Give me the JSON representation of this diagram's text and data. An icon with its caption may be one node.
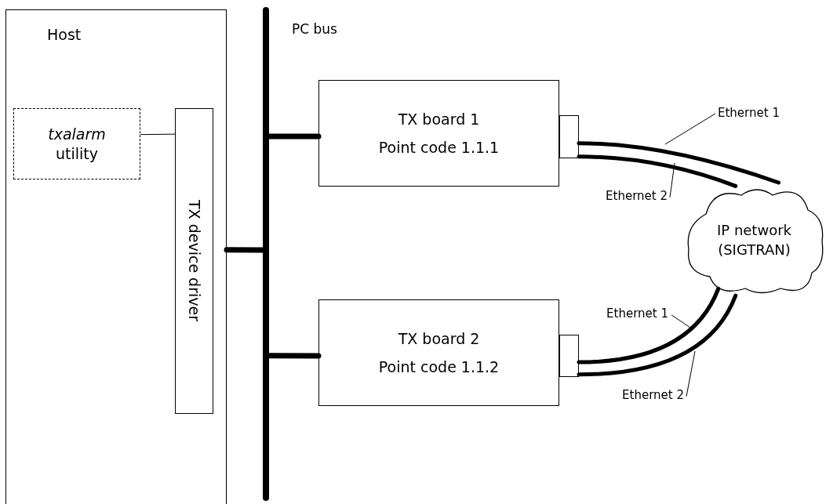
{
  "diagram": {
    "nodes": [
      {
        "text": [
          "Host"
        ]
      },
      {
        "text": [
          "*txalarm* utility"
        ],
        "in": 0
      },
      {
        "text": [
          "TX device driver"
        ],
        "in": 0
      },
      {
        "text": [],
        "shape": "bar",
        "beside": [
          "PC bus"
        ]
      },
      {
        "text": [
          "TX board 1",
          "Point code 1.1.1"
        ]
      },
      {
        "text": [],
        "shape": "box"
      },
      {
        "text": [
          "TX board 2",
          "Point code 1.1.2"
        ]
      },
      {
        "text": [],
        "shape": "box"
      },
      {
        "text": [
          "IP network (SIGTRAN)"
        ]
      },
      {
        "text": [
          "Ethernet 1"
        ]
      },
      {
        "text": [
          "Ethernet 2"
        ]
      },
      {
        "text": [
          "Ethernet 1"
        ]
      },
      {
        "text": [
          "Ethernet 2"
        ]
      }
    ],
    "edges": [
      {
        "from": 1,
        "to": 2,
        "arrow": "none"
      },
      {
        "from": 0,
        "to": 3,
        "arrow": "none"
      },
      {
        "from": 3,
        "to": 4,
        "arrow": "none"
      },
      {
        "from": 3,
        "to": 6,
        "arrow": "none"
      },
      {
        "from": 5,
        "to": 8,
        "arrow": "none"
      },
      {
        "from": 5,
        "to": 8,
        "arrow": "none"
      },
      {
        "from": 7,
        "to": 8,
        "arrow": "none"
      },
      {
        "from": 7,
        "to": 8,
        "arrow": "none"
      },
      {
        "from": 9,
        "to": null,
        "arrow": "none"
      },
      {
        "from": 10,
        "to": null,
        "arrow": "none"
      },
      {
        "from": 11,
        "to": null,
        "arrow": "none"
      },
      {
        "from": 12,
        "to": null,
        "arrow": "none"
      }
    ]
  }
}
